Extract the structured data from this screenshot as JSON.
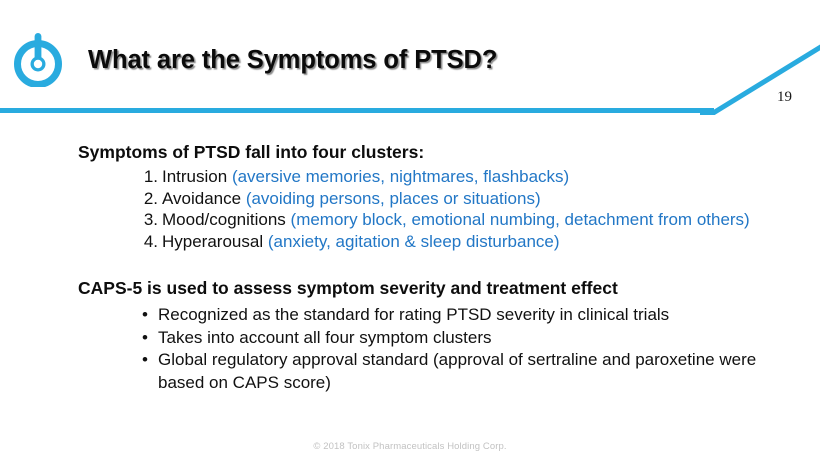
{
  "header": {
    "logo_icon": "power-button-logo-icon",
    "title": "What are the Symptoms of PTSD?",
    "page_number": "19",
    "accent_color": "#29ABDF"
  },
  "body": {
    "section1": {
      "heading": "Symptoms of PTSD fall into four clusters:",
      "items": [
        {
          "marker": "1.",
          "label": "Intrusion ",
          "detail": "(aversive memories, nightmares, flashbacks)"
        },
        {
          "marker": "2.",
          "label": "Avoidance ",
          "detail": "(avoiding persons, places or situations)"
        },
        {
          "marker": "3.",
          "label": "Mood/cognitions ",
          "detail": "(memory block, emotional numbing, detachment from others)"
        },
        {
          "marker": "4.",
          "label": "Hyperarousal ",
          "detail": "(anxiety, agitation & sleep disturbance)"
        }
      ]
    },
    "section2": {
      "heading": "CAPS-5 is used to assess symptom severity and treatment effect",
      "items": [
        {
          "marker": "•",
          "text": "Recognized as the standard for rating PTSD severity in clinical trials"
        },
        {
          "marker": "•",
          "text": "Takes into account all four symptom clusters"
        },
        {
          "marker": "•",
          "text": "Global regulatory approval standard (approval of sertraline and paroxetine were based on CAPS score)"
        }
      ]
    },
    "detail_color": "#2277C6"
  },
  "footer": {
    "copyright": "© 2018 Tonix Pharmaceuticals Holding Corp."
  }
}
